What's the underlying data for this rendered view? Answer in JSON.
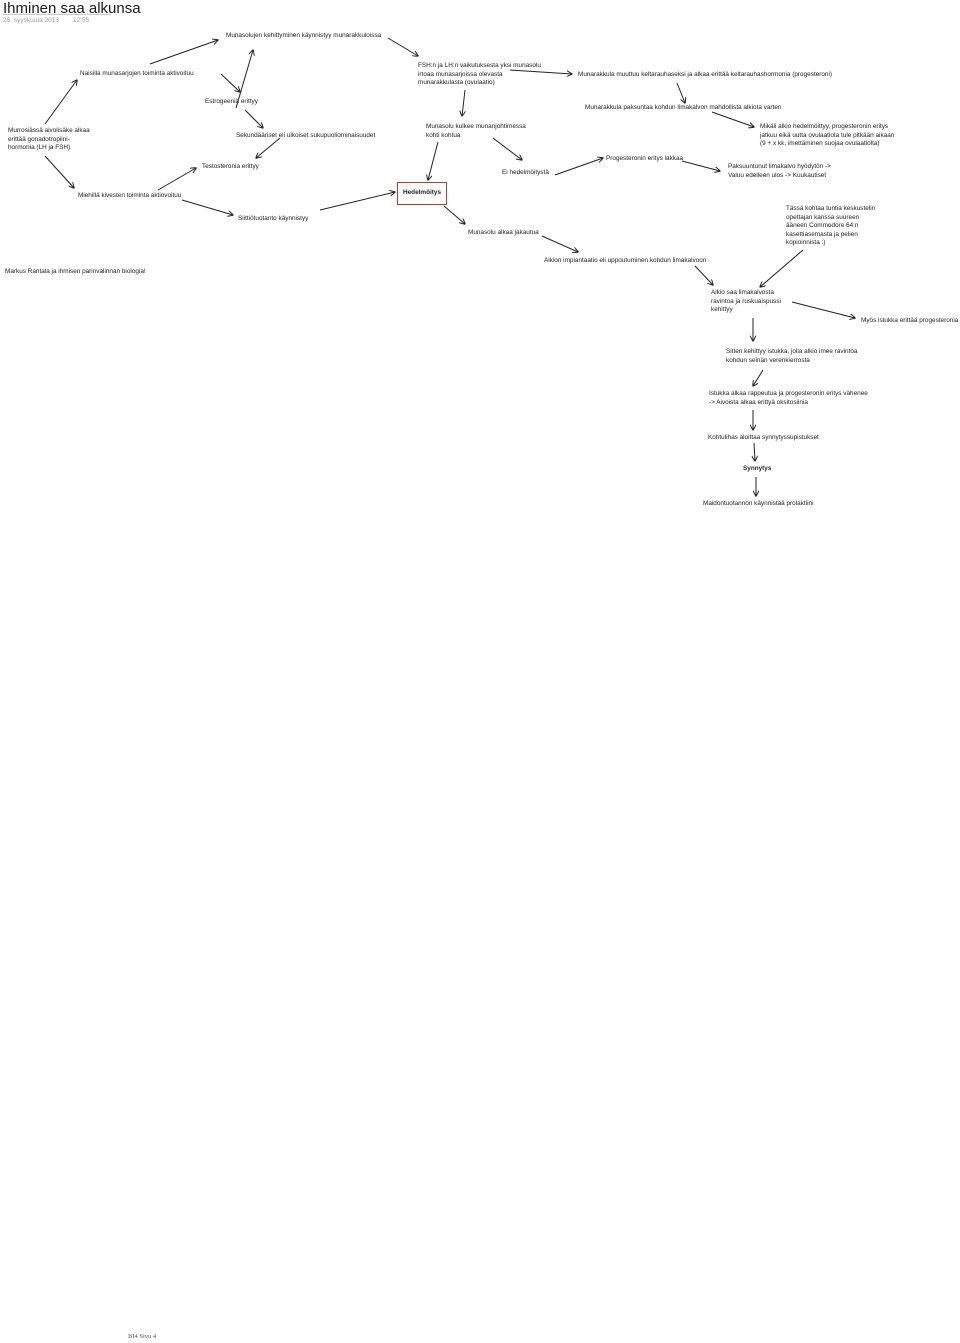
{
  "page": {
    "title": "Ihminen saa alkunsa",
    "date": "25. syyskuuta 2013",
    "time": "12:55",
    "footer": "BI4 Sivu 4"
  },
  "nodes": {
    "puberty": "Murrosiässä aivolisäke alkaa erittää gonadotropiini-hormonia (LH ja FSH)",
    "ovaries_active": "Naisilla munasarjojen toiminta aktivoituu",
    "egg_development": "Munasolujen kehittyminen käynnistyy munarakkuloissa",
    "ovulation": "FSH:n ja LH:n vaikutuksesta yksi munasolu irtoaa munasarjoissa olevasta munarakkulasta (ovulaatio)",
    "corpus_luteum": "Munarakkula muuttuu keltarauhaseksi ja alkaa erittää keltarauhashormonia (progesteroni)",
    "estrogen": "Estrogeeniä erittyy",
    "endometrium_thickens": "Munarakkula paksuntaa kohdun limakalvon mahdollista alkiota varten",
    "secondary_traits": "Sekundääriset eli ulkoiset sukupuoliominaisuudet",
    "egg_travels": "Munasolu kulkee munanjohtimessa kohti kohtua",
    "if_fertilized": "Mikäli alkio hedelmöittyy, progesteronin eritys jatkuu eikä uutta ovulaatiota tule pitkään aikaan (9 + x kk, imettäminen suojaa ovulaatiolta)",
    "testosterone": "Testosteronia erittyy",
    "not_fertilized": "Ei hedelmöitystä",
    "progesterone_stops": "Progesteronin eritys lakkaa",
    "lining_shed": "Paksuuntunut limakalvo hyödytön -> Valuu edelleen ulos -> Kuukautiset",
    "testes_active": "Miehillä kivesten toiminta aktiovoituu",
    "fertilization": "Hedelmöitys",
    "sperm_production": "Siittiötuotanto käynnistyy",
    "egg_divides": "Munasolu alkaa jakautua",
    "commodore_note": "Tässä kohtaa tuntia keskustelin opettajan kanssa suureen ääneen Commodore 64:n kasettiasemasta ja pelien kopioinnista :)",
    "implantation": "Alkion implantaatio eli uppoutuminen kohdun limakalvoon",
    "credit": "Markus Rantala ja ihmisen parinvalinnan biologia!",
    "embryo_nourished": "Alkio saa limakalvosta ravintoa ja ruskuaispussi kehittyy",
    "placenta_progesterone": "Myös istukka erittää progesteronia",
    "placenta_forms": "Sitten kehittyy istukka, jolla alkio imee ravintoa kohdun seinän verenkierrosta",
    "placenta_ages": "Istukka alkaa rappeutua ja progesteronin eritys vähenee -> Aivoista alkaa erittyä oksitosiinia",
    "contractions": "Kohtulihas aloittaa synnytyssupistukset",
    "birth": "Synnytys",
    "prolactin": "Maidontuotannon käynnistää prolaktiini"
  },
  "colors": {
    "text": "#222222",
    "arrow": "#222222",
    "highlight_border": "#c0392b",
    "meta_text": "#a0a0a0"
  }
}
